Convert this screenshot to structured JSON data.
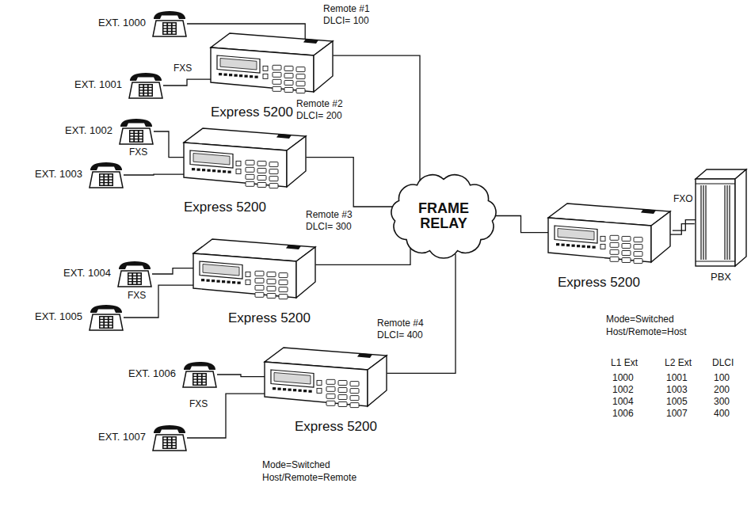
{
  "diagram": {
    "nodes": [
      {
        "text": [
          "EXT. 1000"
        ]
      },
      {
        "text": [
          "EXT. 1001"
        ]
      },
      {
        "text": [
          "Remote #1 DLCI= 100",
          "Express 5200"
        ]
      },
      {
        "text": [
          "EXT. 1002"
        ]
      },
      {
        "text": [
          "EXT. 1003"
        ]
      },
      {
        "text": [
          "Remote #2 DLCI= 200",
          "Express 5200"
        ]
      },
      {
        "text": [
          "EXT. 1004"
        ]
      },
      {
        "text": [
          "EXT. 1005"
        ]
      },
      {
        "text": [
          "Remote #3 DLCI= 300",
          "Express 5200"
        ]
      },
      {
        "text": [
          "EXT. 1006"
        ]
      },
      {
        "text": [
          "EXT. 1007"
        ]
      },
      {
        "text": [
          "Remote #4 DLCI= 400",
          "Express 5200"
        ]
      },
      {
        "text": [
          "FRAME RELAY"
        ]
      },
      {
        "text": [
          "Express 5200"
        ]
      },
      {
        "text": [
          "PBX"
        ]
      }
    ],
    "edges": [
      {
        "from": 0,
        "to": 2,
        "arrow": "none"
      },
      {
        "from": 1,
        "to": 2,
        "arrow": "none"
      },
      {
        "from": 3,
        "to": 5,
        "arrow": "none"
      },
      {
        "from": 4,
        "to": 5,
        "arrow": "none"
      },
      {
        "from": 6,
        "to": 8,
        "arrow": "none"
      },
      {
        "from": 7,
        "to": 8,
        "arrow": "none"
      },
      {
        "from": 9,
        "to": 11,
        "arrow": "none"
      },
      {
        "from": 10,
        "to": 11,
        "arrow": "none"
      },
      {
        "from": 2,
        "to": 12,
        "arrow": "none"
      },
      {
        "from": 5,
        "to": 12,
        "arrow": "none"
      },
      {
        "from": 8,
        "to": 12,
        "arrow": "none"
      },
      {
        "from": 11,
        "to": 12,
        "arrow": "none"
      },
      {
        "from": 12,
        "to": 13,
        "arrow": "none"
      },
      {
        "from": 13,
        "to": 14,
        "label": "FXO",
        "arrow": "none"
      }
    ],
    "labels": [
      "FXS",
      "FXS",
      "FXS",
      "FXS",
      "Mode=Switched",
      "Host/Remote=Host",
      "L1 Ext",
      "L2 Ext",
      "DLCI",
      "1000",
      "1001",
      "100",
      "1002",
      "1003",
      "200",
      "1004",
      "1005",
      "300",
      "1006",
      "1007",
      "400",
      "Mode=Switched",
      "Host/Remote=Remote"
    ]
  }
}
